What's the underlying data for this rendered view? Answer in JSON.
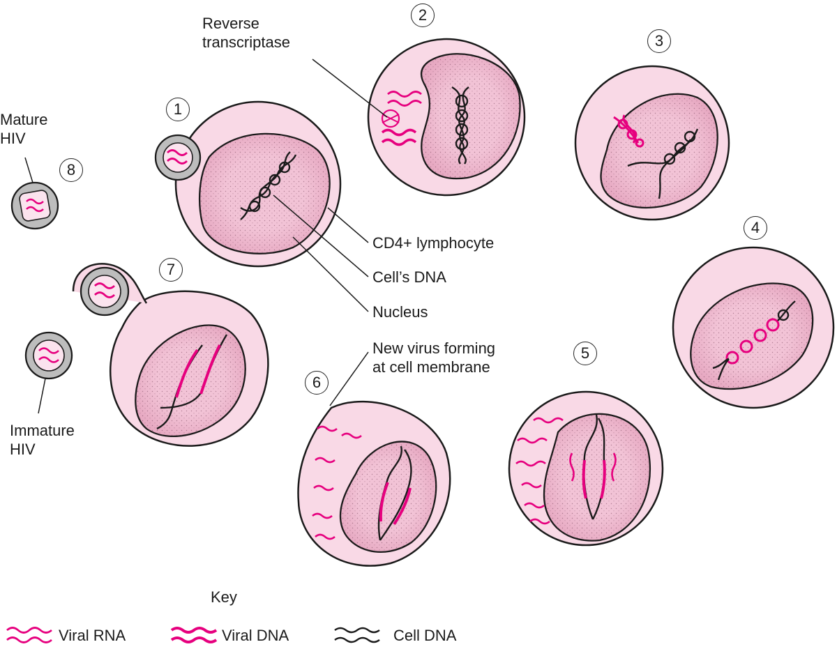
{
  "steps": [
    "1",
    "2",
    "3",
    "4",
    "5",
    "6",
    "7",
    "8"
  ],
  "labels": {
    "reverse_transcriptase": [
      "Reverse",
      "transcriptase"
    ],
    "mature_hiv": [
      "Mature",
      "HIV"
    ],
    "immature_hiv": [
      "Immature",
      "HIV"
    ],
    "cd4_lymphocyte": "CD4+ lymphocyte",
    "cells_dna": "Cell’s DNA",
    "nucleus": "Nucleus",
    "new_virus": [
      "New virus forming",
      "at cell membrane"
    ]
  },
  "key": {
    "title": "Key",
    "viral_rna": "Viral RNA",
    "viral_dna": "Viral DNA",
    "cell_dna": "Cell DNA"
  },
  "colors": {
    "cell_fill": "#f9d9e6",
    "nucleus_fill": "#f2c3d6",
    "outline": "#1a1a1a",
    "viral": "#e6007e",
    "virus_shell": "#bdbdbd"
  }
}
